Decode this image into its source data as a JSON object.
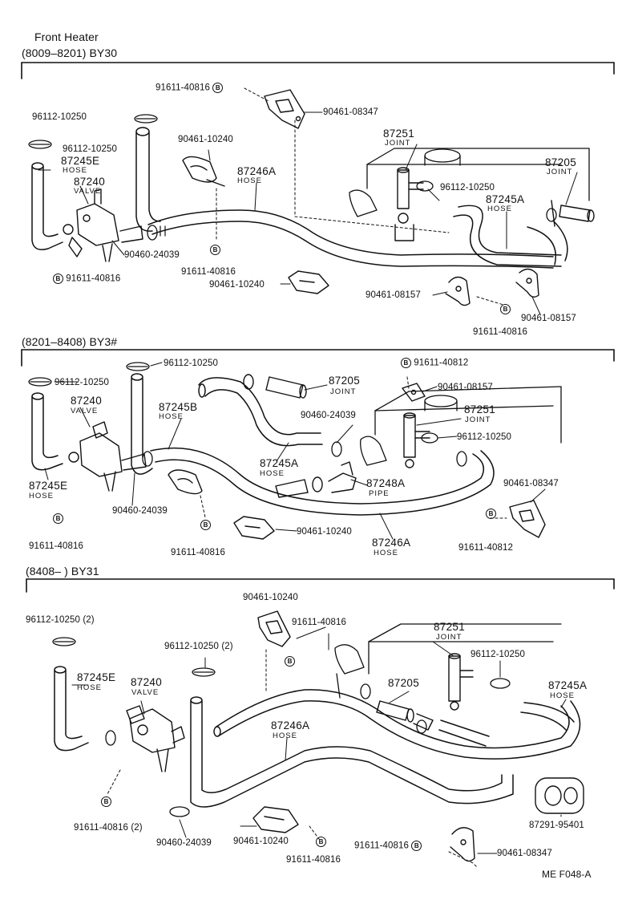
{
  "header": {
    "title": "Front Heater",
    "code": "ME  F048-A"
  },
  "sections": [
    {
      "range": "(8009–8201)  BY30",
      "labels": {
        "p91611_40816_a": "91611-40816",
        "p90461_08347": "90461-08347",
        "p96112_10250_a": "96112-10250",
        "p96112_10250_b": "96112-10250",
        "p90461_10240_a": "90461-10240",
        "p87251": "87251",
        "p87251_sub": "JOINT",
        "p87205": "87205",
        "p87205_sub": "JOINT",
        "p87245E": "87245E",
        "p87245E_sub": "HOSE",
        "p87246A": "87246A",
        "p87246A_sub": "HOSE",
        "p87240": "87240",
        "p87240_sub": "VALVE",
        "p96112_10250_c": "96112-10250",
        "p87245A": "87245A",
        "p87245A_sub": "HOSE",
        "p90460_24039": "90460-24039",
        "p91611_40816_b": "91611-40816",
        "p91611_40816_c": "91611-40816",
        "p90461_10240_b": "90461-10240",
        "p90461_08157_a": "90461-08157",
        "p90461_08157_b": "90461-08157",
        "p91611_40816_d": "91611-40816"
      }
    },
    {
      "range": "(8201–8408)  BY3#",
      "labels": {
        "p96112_10250_a": "96112-10250",
        "p91611_40812_a": "91611-40812",
        "p96112_10250_b": "96112-10250",
        "p87205": "87205",
        "p87205_sub": "JOINT",
        "p90461_08157": "90461-08157",
        "p87240": "87240",
        "p87240_sub": "VALVE",
        "p87245B": "87245B",
        "p87245B_sub": "HOSE",
        "p90460_24039_a": "90460-24039",
        "p87251": "87251",
        "p87251_sub": "JOINT",
        "p96112_10250_c": "96112-10250",
        "p87245A": "87245A",
        "p87245A_sub": "HOSE",
        "p87248A": "87248A",
        "p87248A_sub": "PIPE",
        "p90461_08347": "90461-08347",
        "p87245E": "87245E",
        "p87245E_sub": "HOSE",
        "p90460_24039_b": "90460-24039",
        "p91611_40816_a": "91611-40816",
        "p91611_40816_b": "91611-40816",
        "p90461_10240": "90461-10240",
        "p87246A": "87246A",
        "p87246A_sub": "HOSE",
        "p91611_40812_b": "91611-40812"
      }
    },
    {
      "range": "(8408–        )  BY31",
      "labels": {
        "p90461_10240_a": "90461-10240",
        "p91611_40816_a": "91611-40816",
        "p96112_10250_a": "96112-10250 (2)",
        "p96112_10250_b": "96112-10250 (2)",
        "p87251": "87251",
        "p87251_sub": "JOINT",
        "p96112_10250_c": "96112-10250",
        "p87245E": "87245E",
        "p87245E_sub": "HOSE",
        "p87240": "87240",
        "p87240_sub": "VALVE",
        "p87205": "87205",
        "p87245A": "87245A",
        "p87245A_sub": "HOSE",
        "p87246A": "87246A",
        "p87246A_sub": "HOSE",
        "p91611_40816_b": "91611-40816 (2)",
        "p90460_24039": "90460-24039",
        "p90461_10240_b": "90461-10240",
        "p91611_40816_c": "91611-40816",
        "p91611_40816_d": "91611-40816",
        "p90461_08347": "90461-08347",
        "p87291_95401": "87291-95401"
      }
    }
  ],
  "bolt_mark": "B"
}
